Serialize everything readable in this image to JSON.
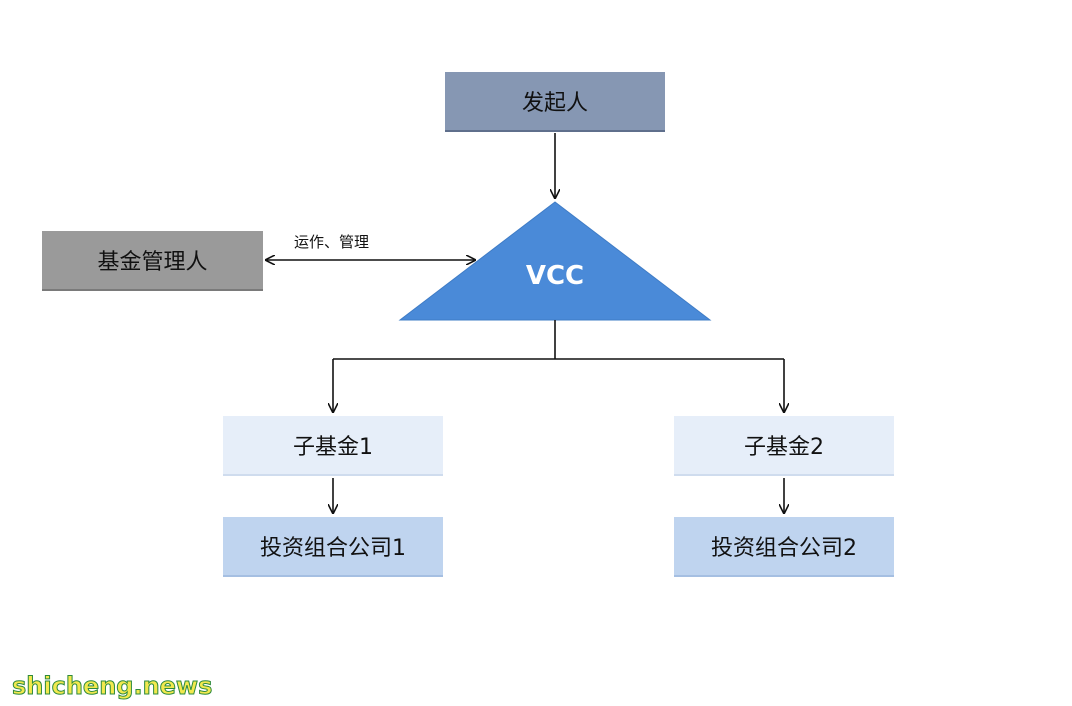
{
  "nodes": {
    "sponsor": "发起人",
    "fund_manager": "基金管理人",
    "vcc": "VCC",
    "sub_fund_1": "子基金1",
    "sub_fund_2": "子基金2",
    "portfolio_1": "投资组合公司1",
    "portfolio_2": "投资组合公司2"
  },
  "edges": {
    "manager_vcc_label": "运作、管理"
  },
  "colors": {
    "sponsor": "#8697b3",
    "fund_manager": "#9a9a9a",
    "vcc": "#4a8ad8",
    "sub_fund": "#e6eef9",
    "portfolio": "#bfd4ef"
  },
  "watermark": "shicheng.news"
}
